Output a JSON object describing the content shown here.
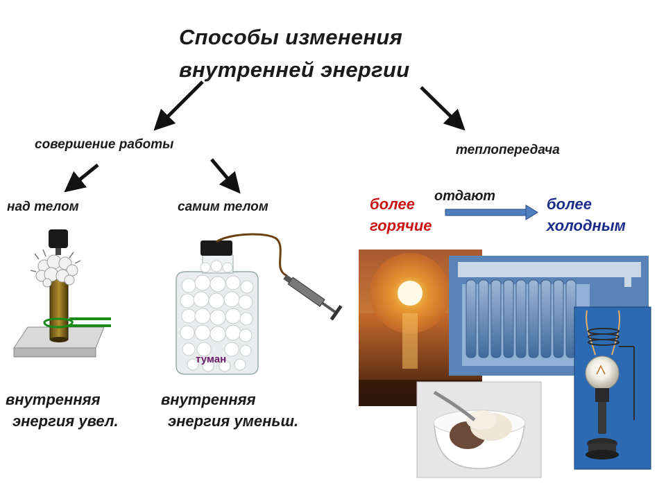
{
  "title_line1": "Способы изменения",
  "title_line2": "внутренней энергии",
  "branch_work": "совершение работы",
  "branch_heat": "теплопередача",
  "sub_on_body": "над телом",
  "sub_by_body": "самим телом",
  "fog_label": "туман",
  "result_left_line1": "внутренняя",
  "result_left_line2": "энергия увел.",
  "result_right_line1": "внутренняя",
  "result_right_line2": "энергия уменьш.",
  "heat_hot_line1": "более",
  "heat_hot_line2": "горячие",
  "heat_give": "отдают",
  "heat_cold_line1": "более",
  "heat_cold_line2": "холодным",
  "colors": {
    "hot": "#cc1111",
    "cold": "#1a2a8a",
    "arrow_blue": "#3f6fb0",
    "text": "#1a1a1a"
  }
}
